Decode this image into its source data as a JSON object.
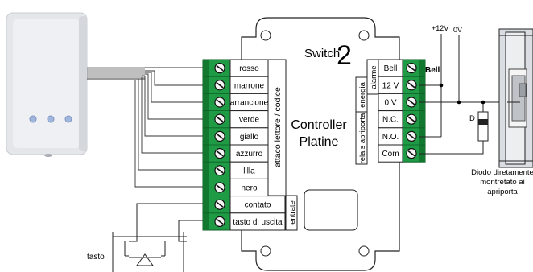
{
  "board": {
    "brand_word": "Switch",
    "brand_number": "2",
    "controller_line1": "Controller",
    "controller_line2": "Platine"
  },
  "left_terminals": [
    "rosso",
    "marrone",
    "arrancione",
    "verde",
    "giallo",
    "azzurro",
    "lilla",
    "nero",
    "contato",
    "tasto di uscita"
  ],
  "left_group_labels": {
    "reader": "attaco lettore / codice",
    "inputs": "entrate"
  },
  "right_terminals": [
    "Bell",
    "12 V",
    "0 V",
    "N.C.",
    "N.O.",
    "Com"
  ],
  "right_group_labels": {
    "alarm": "alarme",
    "power": "energia",
    "relay": "relais apriporta"
  },
  "right_side_label": "Bell",
  "power_labels": {
    "plus": "+12V",
    "zero": "0V"
  },
  "diode": {
    "letter": "D",
    "caption_line1": "Diodo diretamente",
    "caption_line2": "montretato ai",
    "caption_line3": "apriporta"
  },
  "button_label": "tasto",
  "colors": {
    "terminal_green": "#1f9a45",
    "terminal_dark": "#13782f",
    "board_fill": "#ffffff",
    "reader_body": "#e6e8ec",
    "led_blue": "#9fb6dd"
  }
}
